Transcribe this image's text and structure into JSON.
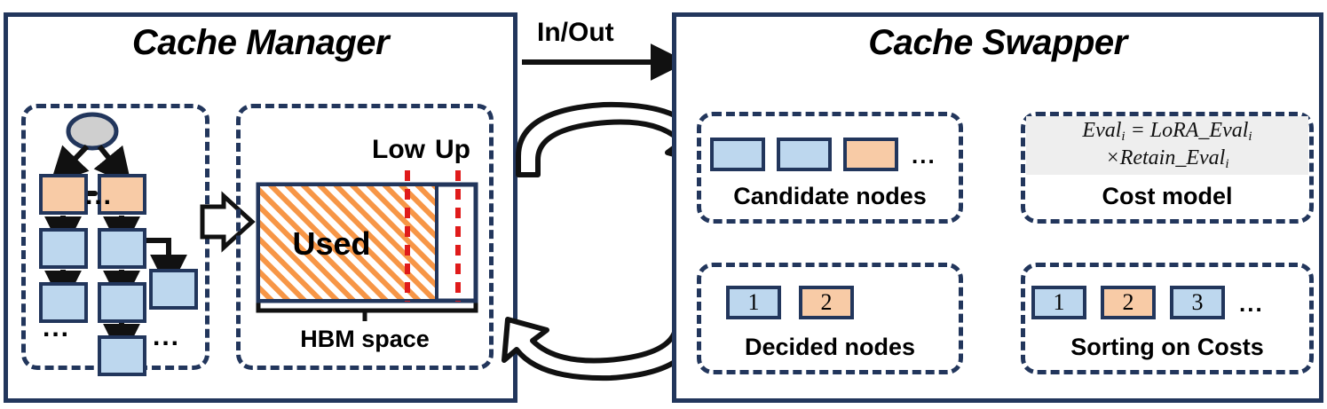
{
  "colors": {
    "navy": "#22365c",
    "blue_fill": "#bdd7ee",
    "orange_fill": "#f8cba6",
    "grey_fill": "#cfcfcf",
    "red_dash": "#e01b1b",
    "hatch_orange": "#f79646",
    "formula_bg": "#eeeeee"
  },
  "left_panel": {
    "title": "Cache Manager",
    "tree_group": {
      "root_label": "",
      "ellipsis_mid": "...",
      "ellipsis_left_bottom": "...",
      "ellipsis_right_bottom": "..."
    },
    "hbm_group": {
      "low_label": "Low",
      "up_label": "Up",
      "used_label": "Used",
      "caption": "HBM space"
    }
  },
  "link": {
    "in_out_label": "In/Out"
  },
  "right_panel": {
    "title": "Cache Swapper",
    "candidate": {
      "caption": "Candidate nodes",
      "nodes": [
        {
          "label": "",
          "color": "blue"
        },
        {
          "label": "",
          "color": "blue"
        },
        {
          "label": "",
          "color": "orange"
        }
      ],
      "ellipsis": "..."
    },
    "cost_model": {
      "caption": "Cost model",
      "formula_line1": "Eval_i = LoRA_Eval_i",
      "formula_line2": "×Retain_Eval_i",
      "f1_a": "Eval",
      "f1_sub_a": "i",
      "f1_eq": " = ",
      "f1_b": "LoRA_Eval",
      "f1_sub_b": "i",
      "f2_mult": "×",
      "f2_c": "Retain_Eval",
      "f2_sub_c": "i"
    },
    "sorting": {
      "caption": "Sorting on Costs",
      "nodes": [
        {
          "label": "1",
          "color": "blue"
        },
        {
          "label": "2",
          "color": "orange"
        },
        {
          "label": "3",
          "color": "blue"
        }
      ],
      "ellipsis": "..."
    },
    "decided": {
      "caption": "Decided nodes",
      "nodes": [
        {
          "label": "1",
          "color": "blue"
        },
        {
          "label": "2",
          "color": "orange"
        }
      ]
    }
  }
}
